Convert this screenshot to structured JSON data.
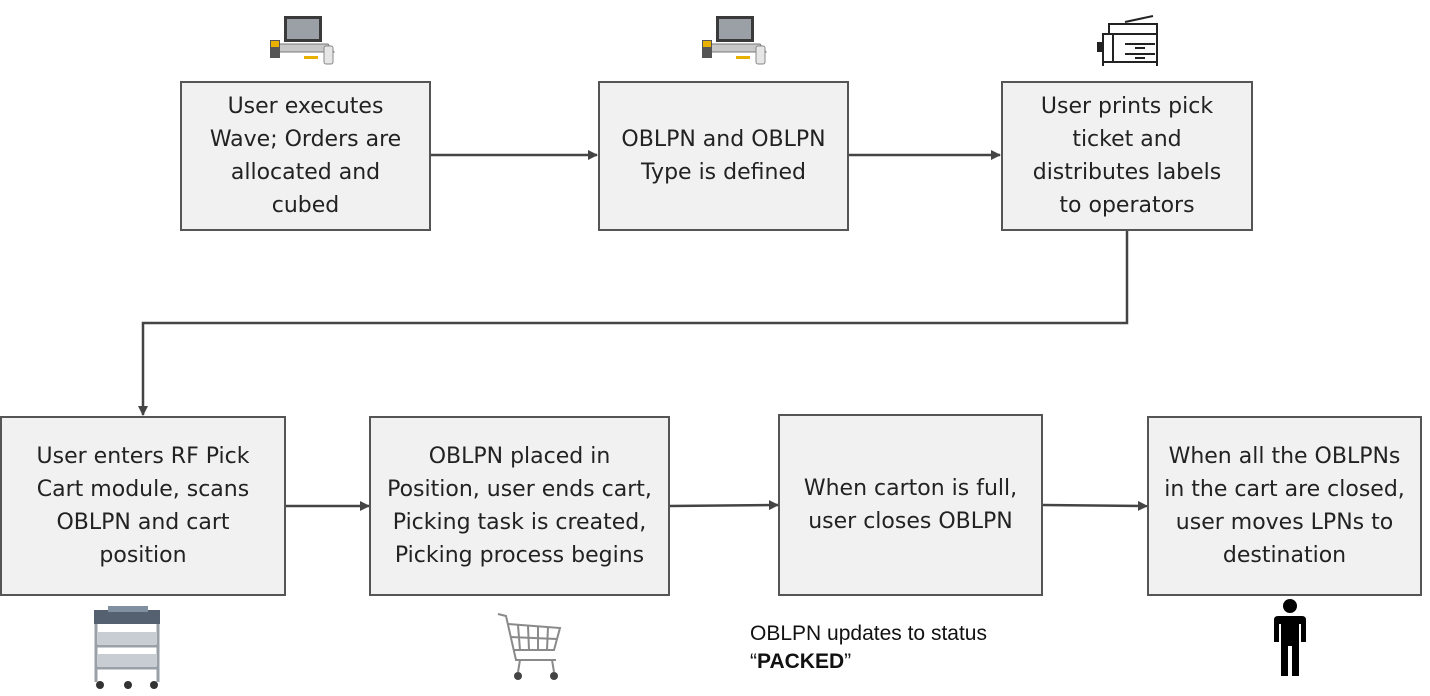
{
  "steps": [
    {
      "id": "execute-wave",
      "text": "User executes\nWave; Orders are\nallocated and\ncubed",
      "icon": "laptop-icon"
    },
    {
      "id": "oblpn-type",
      "text": "OBLPN and OBLPN\nType is defined",
      "icon": "laptop-icon"
    },
    {
      "id": "print-ticket",
      "text": "User prints pick\nticket and\ndistributes labels\nto operators",
      "icon": "printer-icon"
    },
    {
      "id": "rf-pick-cart",
      "text": "User enters RF Pick\nCart module, scans\nOBLPN and cart\nposition",
      "icon": "pick-cart-icon"
    },
    {
      "id": "oblpn-placed",
      "text": "OBLPN placed in\nPosition, user ends cart,\nPicking task is created,\nPicking process begins",
      "icon": "shopping-cart-icon"
    },
    {
      "id": "carton-full",
      "text": "When carton is full,\nuser closes OBLPN",
      "icon": ""
    },
    {
      "id": "move-lpns",
      "text": "When all the OBLPNs\nin the cart are closed,\nuser moves LPNs to\ndestination",
      "icon": "person-icon"
    }
  ],
  "note": {
    "line1": "OBLPN updates to status",
    "open_quote": "“",
    "status": "PACKED",
    "close_quote": "”"
  },
  "colors": {
    "box_fill": "#f1f1f1",
    "box_border": "#555555",
    "arrow": "#444444",
    "text": "#222222"
  }
}
